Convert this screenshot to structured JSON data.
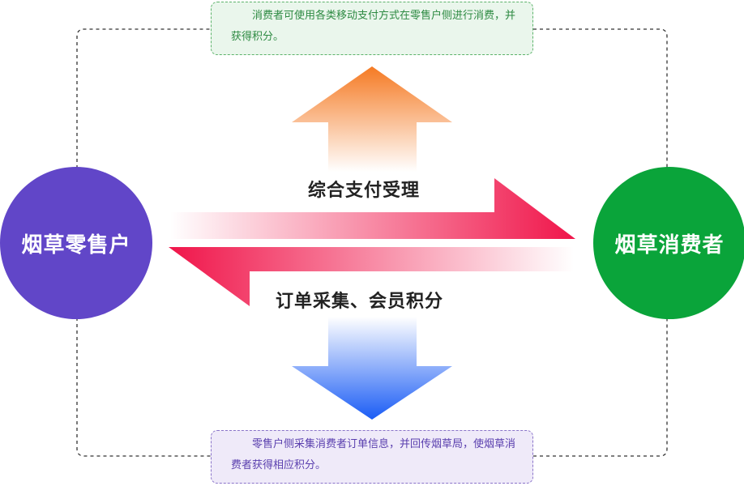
{
  "nodes": {
    "retailer": "烟草零售户",
    "consumer": "烟草消费者"
  },
  "flows": {
    "payment": "综合支付受理",
    "order": "订单采集、会员积分"
  },
  "notes": {
    "top": "消费者可使用各类移动支付方式在零售户侧进行消费，并获得积分。",
    "bottom": "零售户侧采集消费者订单信息，并回传烟草局，使烟草消费者获得相应积分。"
  },
  "colors": {
    "retailer": "#6146c8",
    "consumer": "#0aa43a",
    "arrow_up": "#f57a23",
    "arrow_down": "#1a5cf5",
    "arrow_horizontal": "#f0154a"
  }
}
